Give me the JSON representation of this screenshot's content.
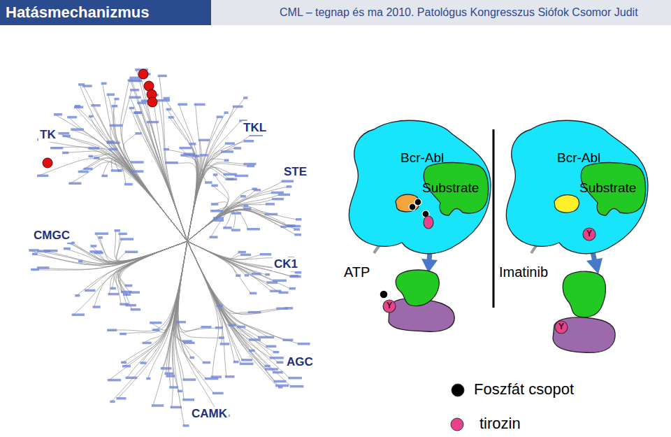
{
  "diagram": {
    "title": "Hatásmechanizmus",
    "nodes": [
      {
        "text": [
          "Bcr-Abl"
        ]
      },
      {
        "text": [
          "Substrate"
        ],
        "in": 0
      },
      {
        "text": [
          "Bcr-Abl"
        ]
      },
      {
        "text": [
          "Substrate"
        ],
        "in": 2
      },
      {
        "text": [
          "Y"
        ]
      },
      {
        "text": [
          "Y"
        ]
      },
      {
        "text": [
          "Y"
        ]
      }
    ],
    "labels": [
      "CML – tegnap és ma 2010. Patológus Kongresszus Siófok Csomor Judit",
      "TK",
      "TKL",
      "STE",
      "CMGC",
      "CK1",
      "AGC",
      "CAMK",
      "ATP",
      "Imatinib"
    ],
    "legend": [
      {
        "text": "Foszfát csopot",
        "color": "#000000"
      },
      {
        "text": "tirozin",
        "color": "#e8428c"
      }
    ]
  }
}
